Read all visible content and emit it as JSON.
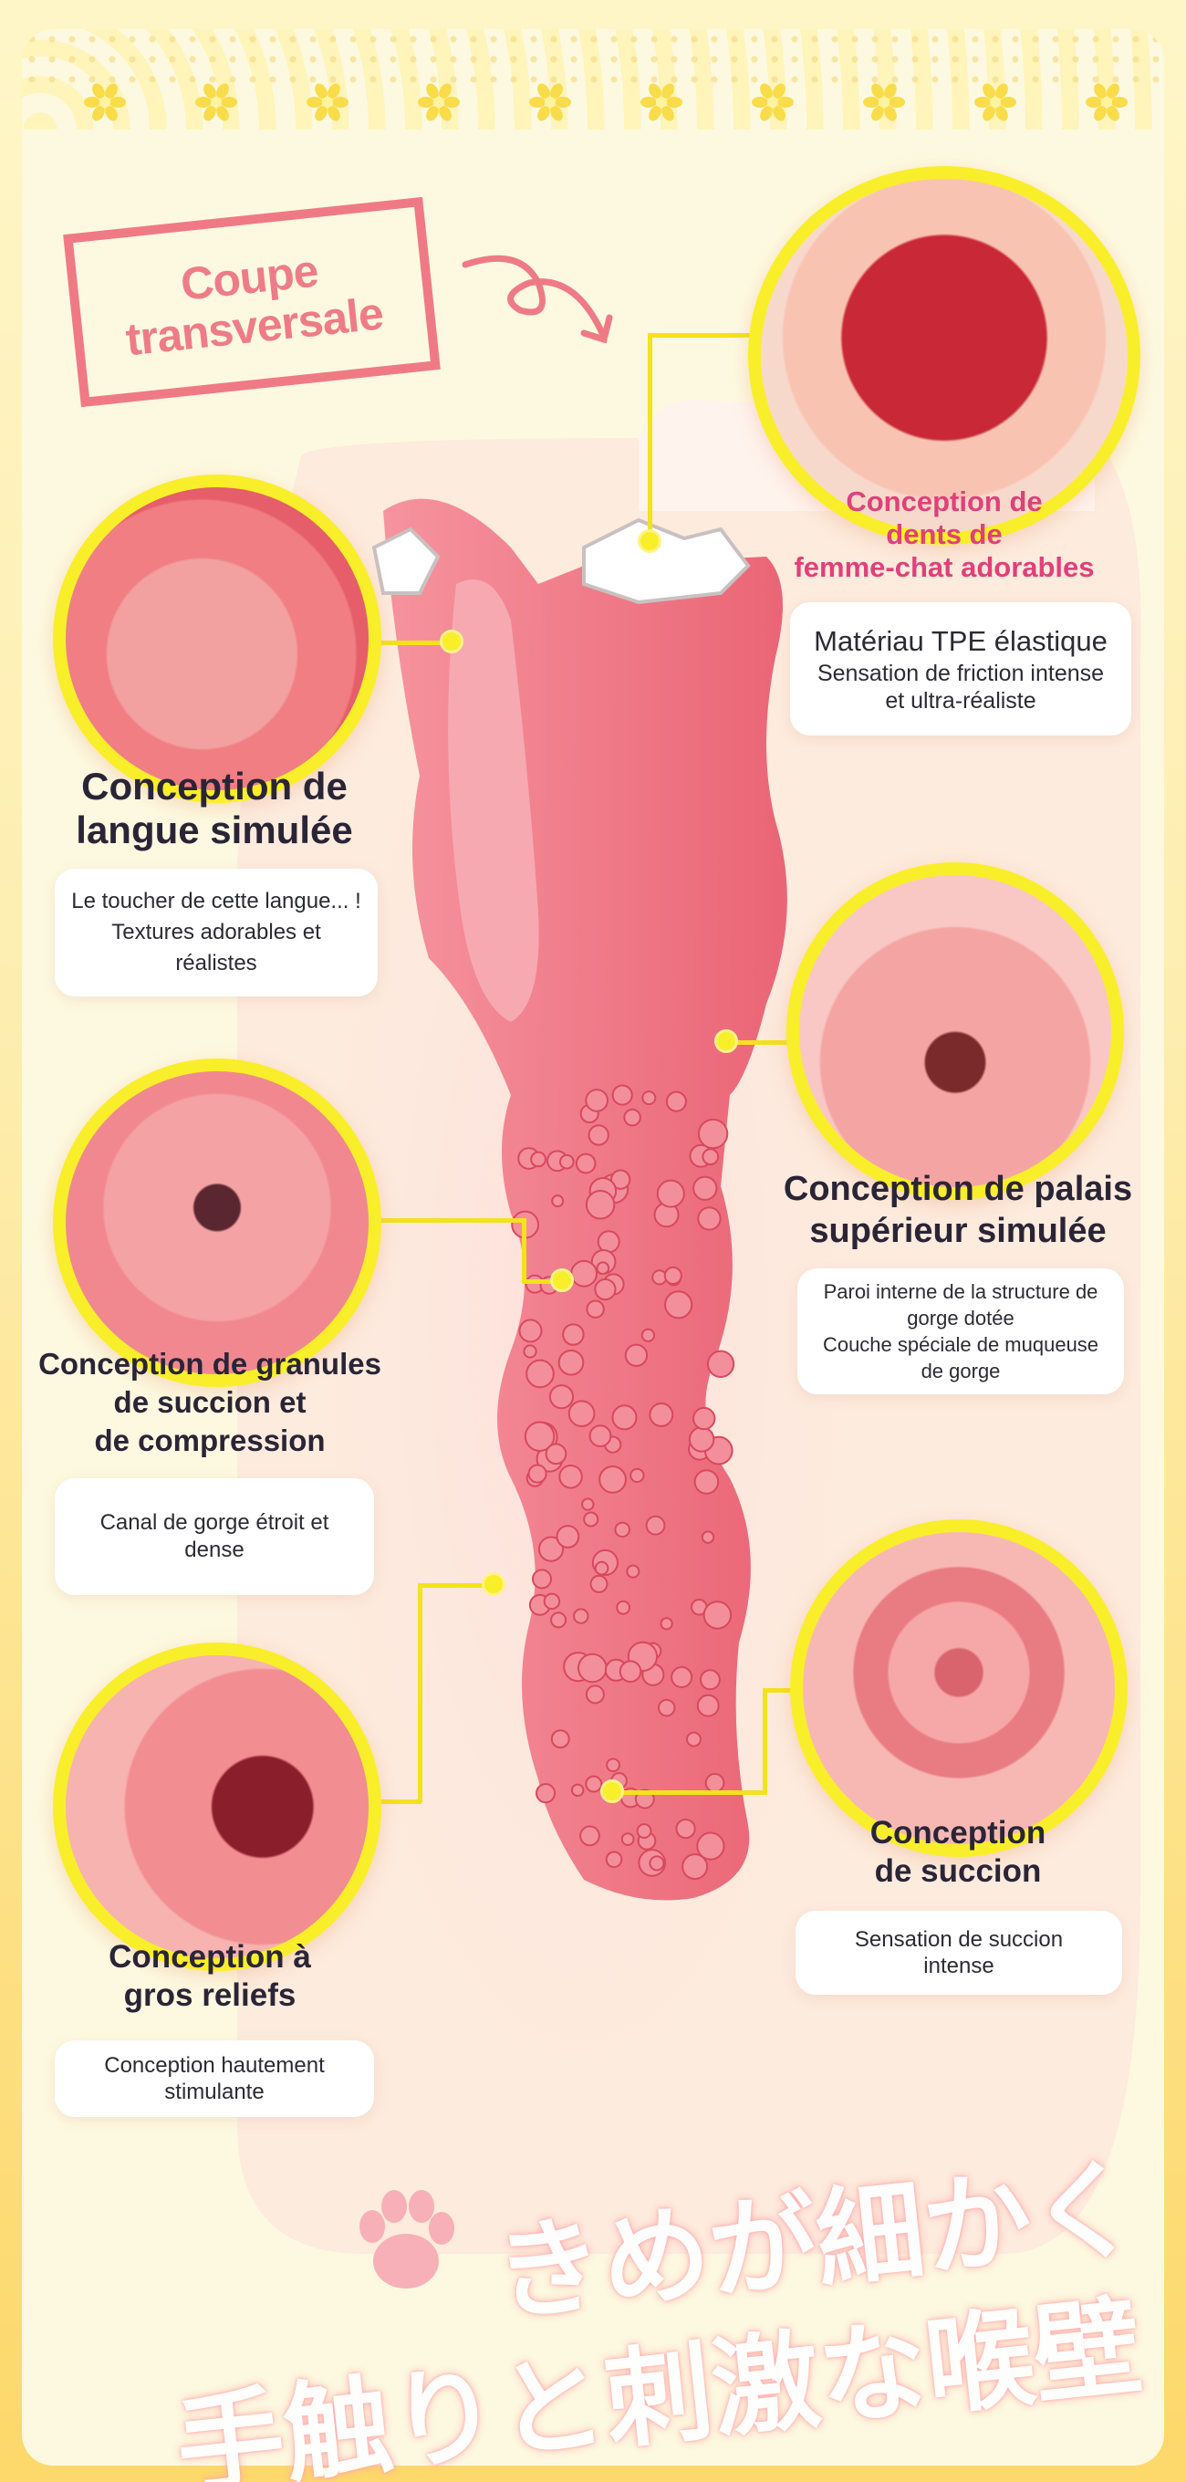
{
  "header": {
    "stamp_label": "Coupe\ntransversale"
  },
  "callouts": [
    {
      "id": "teeth",
      "title": "Conception de\ndents de\nfemme-chat adorables",
      "desc_title": "Matériau TPE élastique",
      "desc": "Sensation de friction intense\net ultra-réaliste"
    },
    {
      "id": "tongue",
      "title": "Conception de\nlangue simulée",
      "desc": "Le toucher de cette langue... !\nTextures adorables et réalistes"
    },
    {
      "id": "palate",
      "title": "Conception de palais\nsupérieur simulée",
      "desc": "Paroi interne de la structure de\ngorge dotée\nCouche spéciale de muqueuse\nde gorge"
    },
    {
      "id": "granules",
      "title": "Conception de granules\nde succion et\nde compression",
      "desc": "Canal de gorge étroit et dense"
    },
    {
      "id": "suction",
      "title": "Conception\nde succion",
      "desc": "Sensation de succion\nintense"
    },
    {
      "id": "reliefs",
      "title": "Conception à\ngros reliefs",
      "desc": "Conception hautement\nstimulante"
    }
  ],
  "footer": {
    "jp_line1": "きめが細かく",
    "jp_line2": "手触りと刺激な喉壁"
  },
  "colors": {
    "accent_yellow": "#f9ee2a",
    "stamp_pink": "#ee7c86",
    "title_teeth": "#e0407a",
    "text_dark": "#2a2536"
  }
}
